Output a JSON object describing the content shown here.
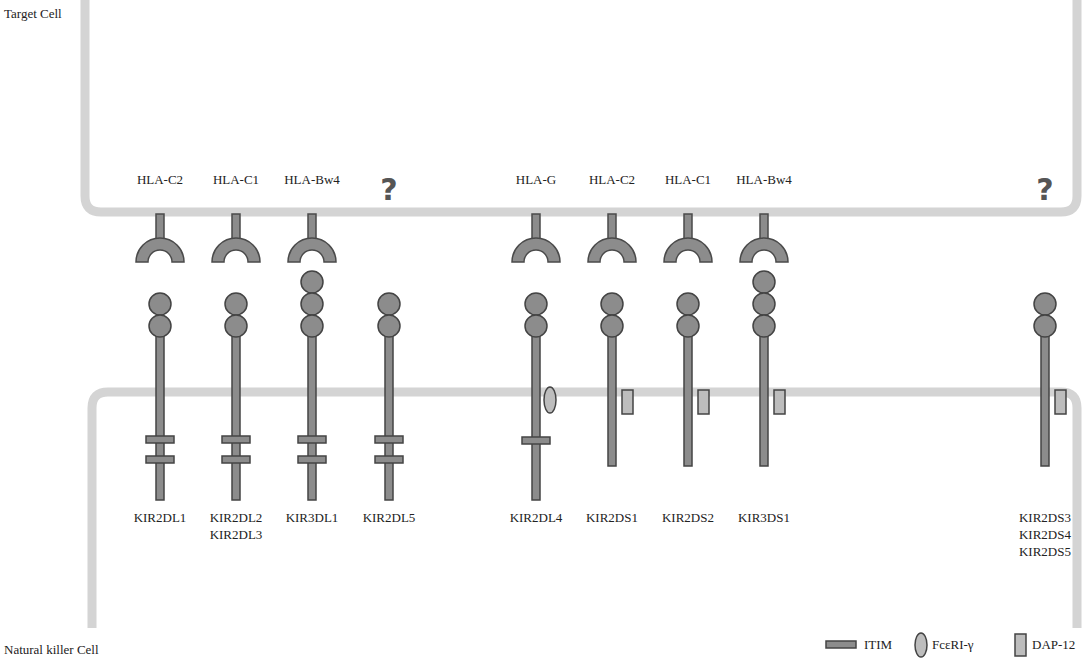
{
  "diagram": {
    "labels": [
      "Target Cell",
      "HLA-C2",
      "HLA-C1",
      "HLA-Bw4",
      "?",
      "HLA-G",
      "HLA-C2",
      "HLA-C1",
      "HLA-Bw4",
      "?",
      "KIR2DL1",
      "KIR2DL2",
      "KIR2DL3",
      "KIR3DL1",
      "KIR2DL5",
      "KIR2DL4",
      "KIR2DS1",
      "KIR2DS2",
      "KIR3DS1",
      "KIR2DS3",
      "KIR2DS4",
      "KIR2DS5",
      "Natural killer Cell"
    ],
    "legend": [
      {
        "text": "ITIM"
      },
      {
        "text": "FcεRI-γ"
      },
      {
        "text": "DAP-12"
      }
    ]
  }
}
